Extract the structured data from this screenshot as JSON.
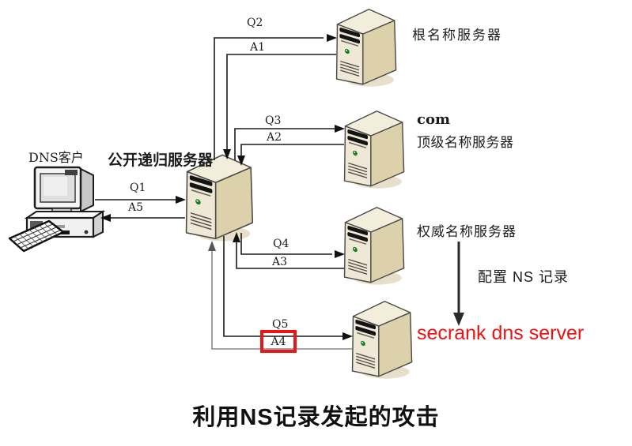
{
  "title": "利用NS记录发起的攻击",
  "nodes": {
    "client": {
      "label": "DNS客户"
    },
    "recursive": {
      "label": "公开递归服务器"
    },
    "root": {
      "label": "根名称服务器"
    },
    "tld": {
      "label_top": "com",
      "label_bottom": "顶级名称服务器"
    },
    "auth": {
      "label": "权威名称服务器"
    },
    "attacker": {
      "label": "secrank dns server"
    }
  },
  "edges": {
    "q1": "Q1",
    "a5": "A5",
    "q2": "Q2",
    "a1": "A1",
    "q3": "Q3",
    "a2": "A2",
    "q4": "Q4",
    "a3": "A3",
    "q5": "Q5",
    "a4": "A4"
  },
  "annotations": {
    "ns_config": "配置 NS 记录"
  },
  "colors": {
    "line": "#1a1a1a",
    "a4_line": "#8a8a8a",
    "highlight_box": "#e81616",
    "attacker_text": "#ee1212",
    "server_front": "#efe8d6",
    "server_side": "#ddd1ab",
    "server_top": "#f3eedb",
    "led_green": "#13801c"
  }
}
